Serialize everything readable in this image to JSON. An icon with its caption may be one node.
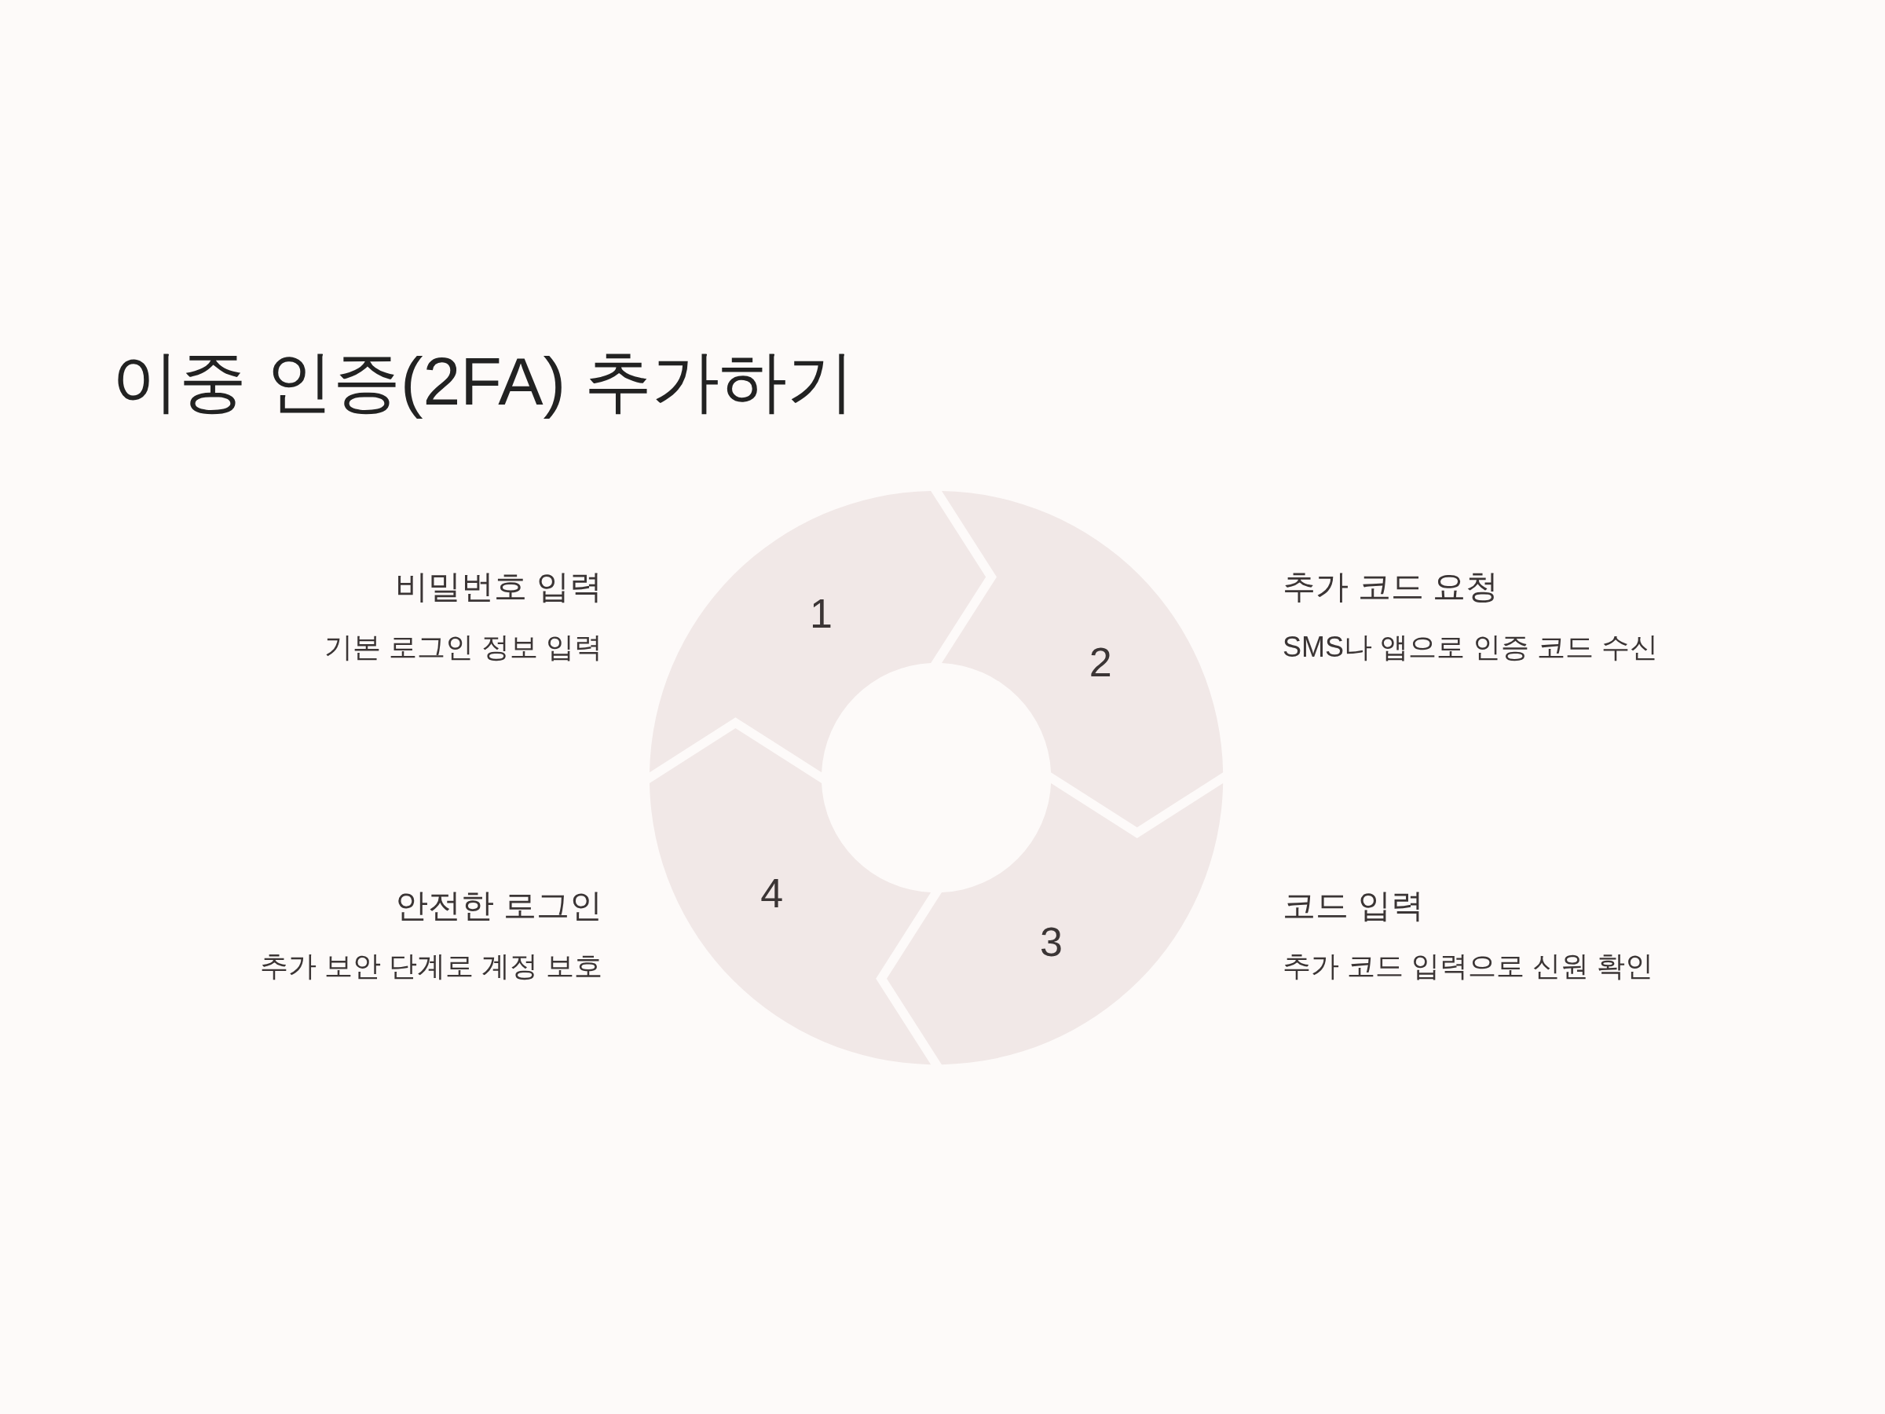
{
  "diagram": {
    "title": "이중 인증(2FA) 추가하기",
    "nodes": [
      {
        "text": [
          "1"
        ],
        "beside": [
          "비밀번호 입력",
          "기본 로그인 정보 입력"
        ]
      },
      {
        "text": [
          "2"
        ],
        "beside": [
          "추가 코드 요청",
          "SMS나 앱으로 인증 코드 수신"
        ]
      },
      {
        "text": [
          "3"
        ],
        "beside": [
          "코드 입력",
          "추가 코드 입력으로 신원 확인"
        ]
      },
      {
        "text": [
          "4"
        ],
        "beside": [
          "안전한 로그인",
          "추가 보안 단계로 계정 보호"
        ]
      }
    ]
  }
}
